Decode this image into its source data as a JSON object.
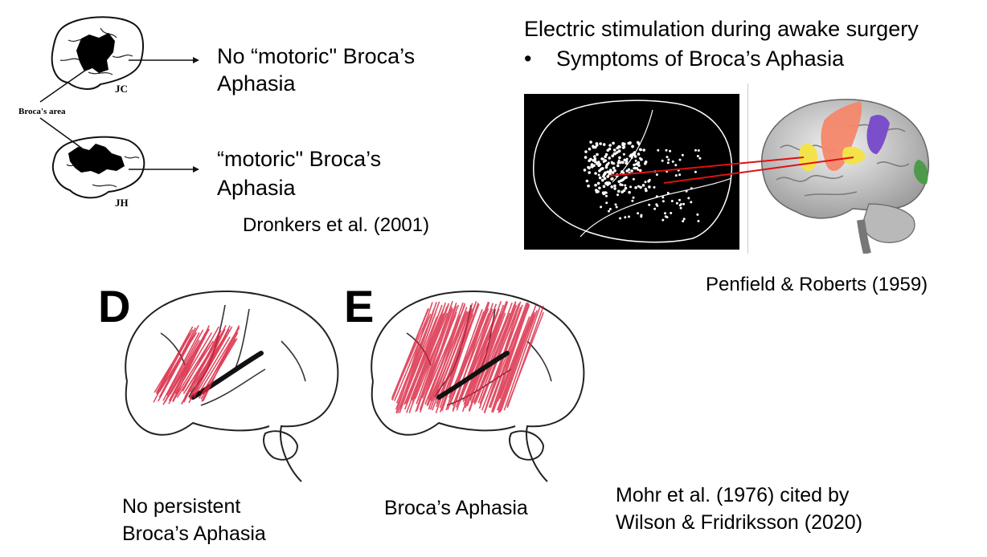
{
  "dronkers": {
    "label_broca_area": "Broca's area",
    "label_jc": "JC",
    "label_jh": "JH",
    "jc_result_line1": "No “motoric\" Broca’s",
    "jc_result_line2": "Aphasia",
    "jh_result_line1": "“motoric\" Broca’s",
    "jh_result_line2": "Aphasia",
    "citation": "Dronkers et al. (2001)"
  },
  "penfield": {
    "heading": "Electric stimulation during awake surgery",
    "bullet_marker": "•",
    "bullet_text": "Symptoms of Broca’s Aphasia",
    "citation": "Penfield & Roberts (1959)",
    "colors": {
      "red_arrow": "#e01010",
      "orange": "#f4876a",
      "yellow": "#f3e24a",
      "purple": "#7b4fc9",
      "green": "#4f9a4a"
    }
  },
  "mohr": {
    "panel_d_letter": "D",
    "panel_e_letter": "E",
    "caption_d_line1": "No persistent",
    "caption_d_line2": "Broca’s Aphasia",
    "caption_e": "Broca’s Aphasia",
    "citation_line1": "Mohr et al. (1976) cited by",
    "citation_line2": "Wilson & Fridriksson (2020)",
    "colors": {
      "lesion": "#d9223f"
    }
  }
}
